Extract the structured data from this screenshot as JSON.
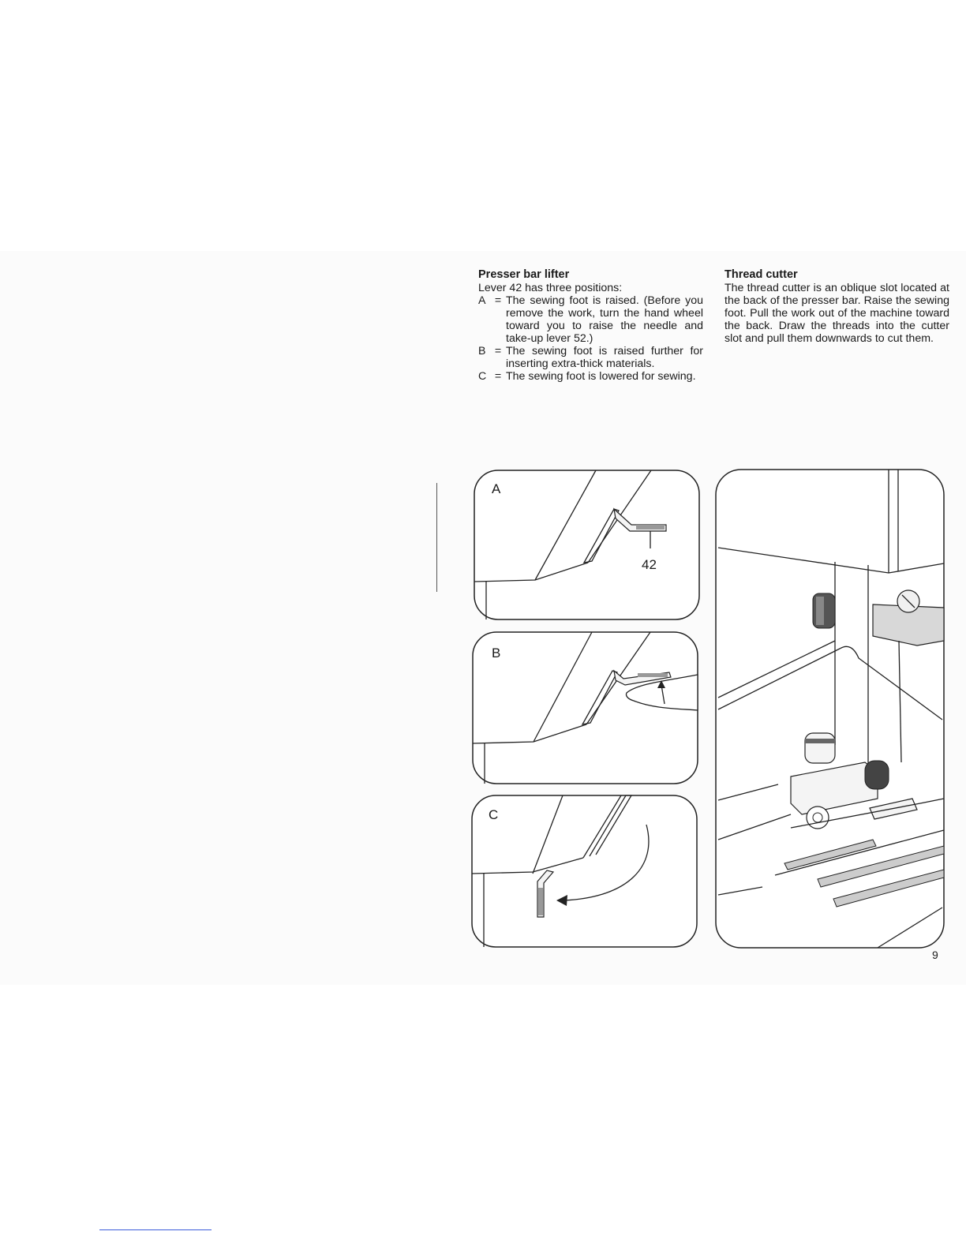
{
  "presser": {
    "title": "Presser bar lifter",
    "intro": "Lever 42 has three positions:",
    "items": [
      {
        "key": "A",
        "eq": "=",
        "text": "The sewing foot is raised. (Before you remove the work, turn the hand wheel toward you to raise the needle and take-up lever 52.)"
      },
      {
        "key": "B",
        "eq": "=",
        "text": "The sewing foot is raised further for inserting extra-thick materials."
      },
      {
        "key": "C",
        "eq": "=",
        "text": "The sewing foot is lowered for sewing."
      }
    ]
  },
  "thread_cutter": {
    "title": "Thread cutter",
    "text": "The thread cutter is an oblique slot located at the back of the presser bar. Raise the sewing foot. Pull the work out of the machine toward the back. Draw the threads into the cutter slot and pull them downwards to cut them."
  },
  "figures": {
    "a_label": "A",
    "b_label": "B",
    "c_label": "C",
    "lever_number": "42"
  },
  "page_number": "9"
}
